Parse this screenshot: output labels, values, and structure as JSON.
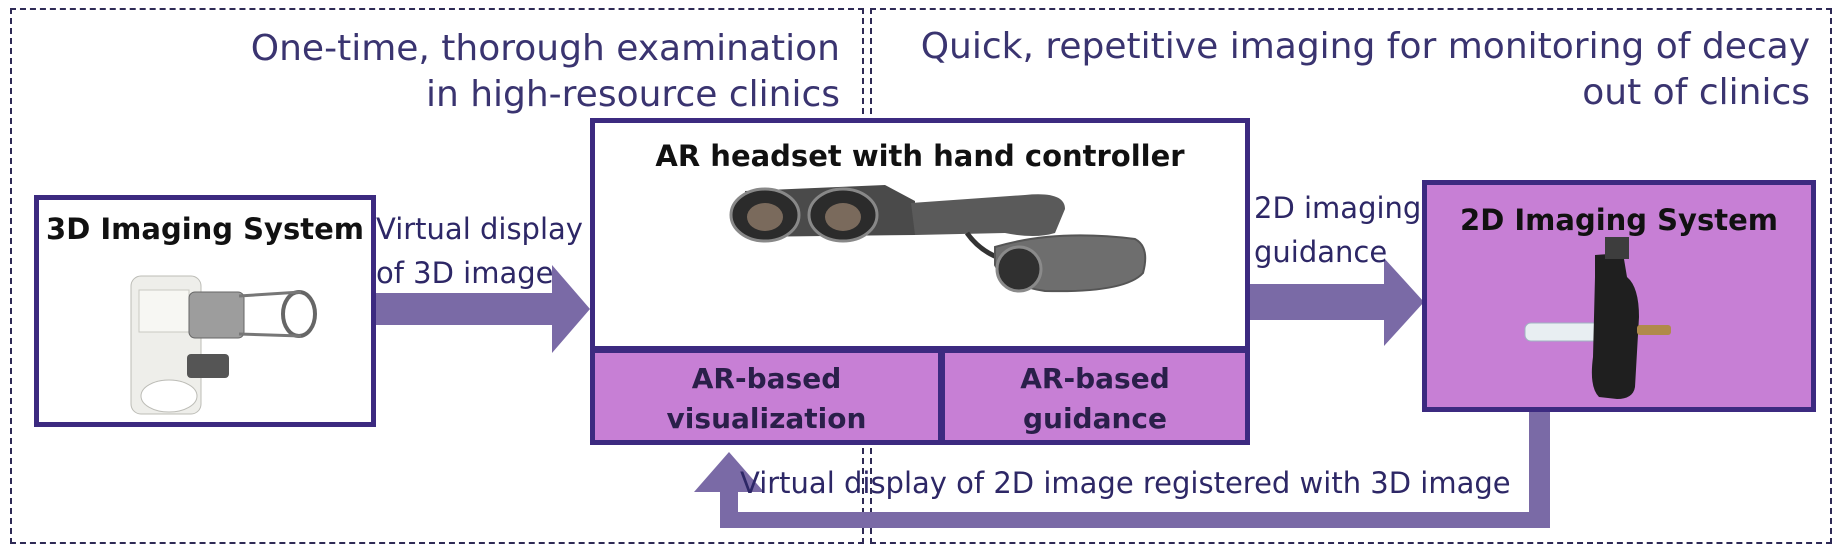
{
  "zones": {
    "left_heading": [
      "One-time, thorough examination",
      "in high-resource clinics"
    ],
    "right_heading": [
      "Quick, repetitive imaging for monitoring of decay",
      "out of clinics"
    ]
  },
  "boxes": {
    "imaging_3d": "3D Imaging System",
    "ar_headset": "AR headset with hand controller",
    "ar_visualization": [
      "AR-based",
      "visualization"
    ],
    "ar_guidance": [
      "AR-based",
      "guidance"
    ],
    "imaging_2d": "2D Imaging System"
  },
  "arrows": {
    "to_headset": [
      "Virtual display",
      "of 3D image"
    ],
    "to_2d": [
      "2D imaging",
      "guidance"
    ],
    "feedback": "Virtual display of 2D image registered with 3D image"
  },
  "colors": {
    "border": "#3c2a80",
    "module_fill": "#c77fd5",
    "arrow": "#7a6aa6",
    "heading_text": "#3a3470"
  }
}
